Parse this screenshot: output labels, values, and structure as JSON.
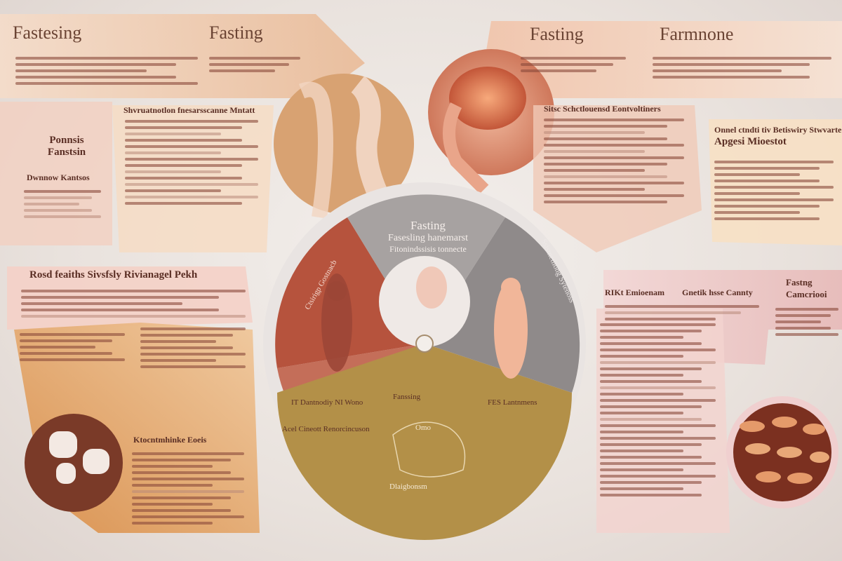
{
  "titles": {
    "top_left": "Fastesing",
    "top_center": "Fasting",
    "top_right_a": "Fasting",
    "top_right_b": "Farmnone",
    "wheel_center_1": "Fasting",
    "wheel_center_2": "Fasesling hanemarst",
    "wheel_center_3": "Fitonindssisis tonnecte"
  },
  "left": {
    "box1_title_1": "Ponnsis",
    "box1_title_2": "Fanstsin",
    "box1_heading": "Dwnnow Kantsos",
    "box2_heading": "Rosd feaiths Sivsfsly Rivianagel Pekh",
    "mid_heading": "Shvruatnotlon fnesarsscanne Mntatt"
  },
  "right": {
    "heading_1": "Sitsc Schctlouensd Eontvoltiners",
    "box_heading": "Apgesi Mioestot",
    "box_sub": "Onnel ctndti tiv Betiswiry Stwvarte",
    "mid_heading_a": "RIKt Emioenam",
    "mid_heading_b": "Gnetik hsse Cannty",
    "mid_heading_c": "Fastng",
    "mid_heading_d": "Camcriooi"
  },
  "wheel": {
    "seg_left_label": "Ctsirigp Gostnacb",
    "seg_bottom_left": "IT Dantnodiy NI Wono",
    "seg_bottom": "Fanssing",
    "seg_bottom_right": "FES Lantnmens",
    "seg_lower": "Acel Cineott Renorcincuson",
    "seg_lower_2": "Omo",
    "seg_lower_3": "Dlaigbonsm",
    "seg_right_label": "Ssistnetliong Sytenoss"
  },
  "lower_left": {
    "heading": "Ktocntmhinke Eoeis"
  },
  "colors": {
    "segment_red": "#b5543f",
    "segment_gray": "#9a9594",
    "segment_olive": "#b08b3e",
    "panel_peach": "#f3d2b8",
    "panel_pink": "#eec7c4",
    "panel_orange": "#e7a86a"
  }
}
